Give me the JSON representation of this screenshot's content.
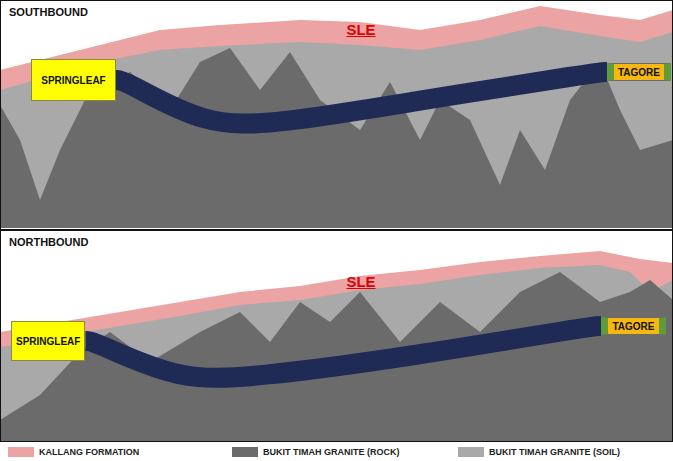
{
  "diagram": {
    "nodes": [
      {
        "text": [
          "SOUTHBOUND",
          "SLE"
        ]
      },
      {
        "text": [
          "SPRINGLEAF"
        ],
        "in": 0
      },
      {
        "text": [
          "TAGORE"
        ],
        "in": 0
      },
      {
        "text": [
          "NORTHBOUND",
          "SLE"
        ]
      },
      {
        "text": [
          "SPRINGLEAF"
        ],
        "in": 3
      },
      {
        "text": [
          "TAGORE"
        ],
        "in": 3
      }
    ],
    "edges": [
      {
        "from": 1,
        "to": 2,
        "arrow": "none"
      },
      {
        "from": 4,
        "to": 5,
        "arrow": "none"
      }
    ],
    "legend": [
      {
        "text": "KALLANG FORMATION",
        "color": "#eba3a3"
      },
      {
        "text": "BUKIT TIMAH GRANITE (ROCK)",
        "color": "#6b6b6b"
      },
      {
        "text": "BUKIT TIMAH GRANITE (SOIL)",
        "color": "#a9a9a9"
      }
    ]
  }
}
